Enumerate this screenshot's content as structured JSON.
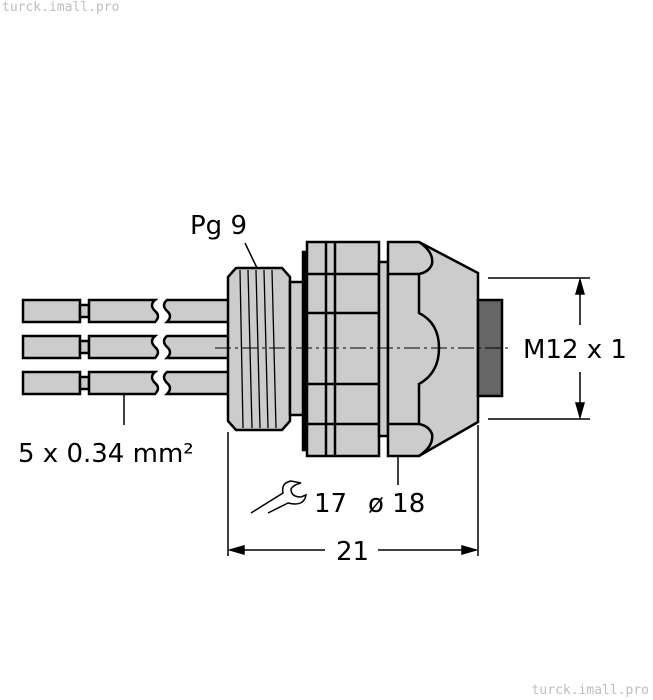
{
  "watermark": "turck.imall.pro",
  "labels": {
    "thread": "Pg 9",
    "wires": "5 x 0.34 mm²",
    "connector_thread": "M12 x 1",
    "wrench_size": "17",
    "diameter": "ø 18",
    "length": "21"
  },
  "icons": {
    "wrench": "wrench-icon"
  },
  "colors": {
    "body": "#cccccc",
    "insert": "#666666",
    "stroke": "#000000"
  }
}
